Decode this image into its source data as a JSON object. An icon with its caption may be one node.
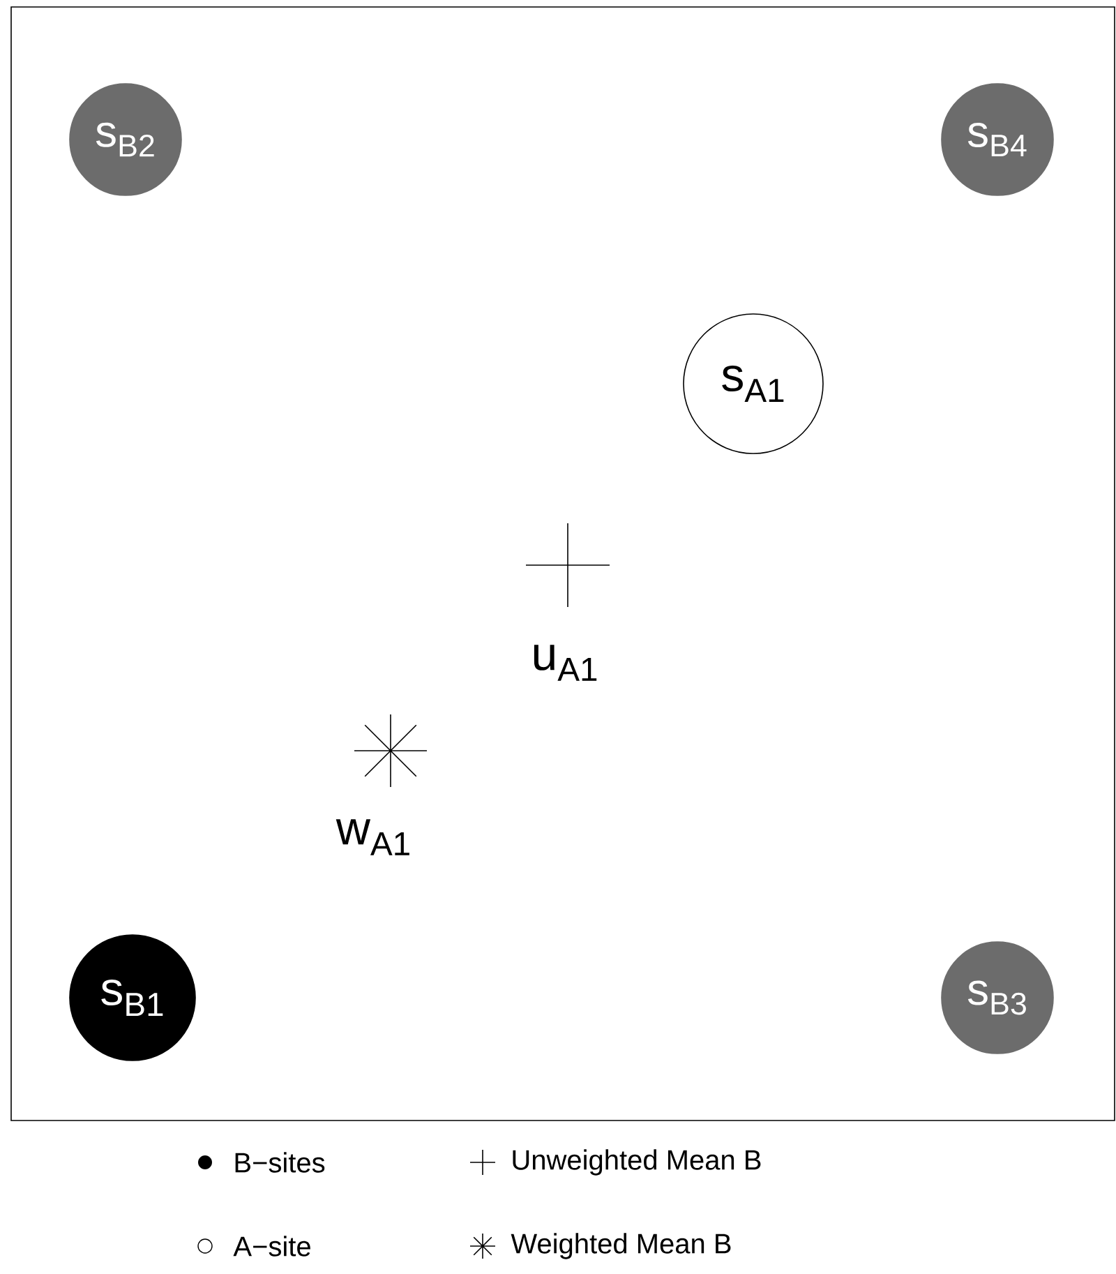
{
  "diagram": {
    "nodes": [
      {
        "text": [
          "s$_{B2}$"
        ]
      },
      {
        "text": [
          "s$_{B4}$"
        ]
      },
      {
        "text": [
          "s$_{A1}$"
        ]
      },
      {
        "text": [
          "s$_{B1}$"
        ]
      },
      {
        "text": [
          "s$_{B3}$"
        ]
      }
    ],
    "labels": [
      "u$_{A1}$",
      "w$_{A1}$"
    ],
    "legend": [
      {
        "text": "B−sites"
      },
      {
        "text": "Unweighted Mean B"
      },
      {
        "text": "A−site"
      },
      {
        "text": "Weighted Mean B"
      }
    ]
  }
}
